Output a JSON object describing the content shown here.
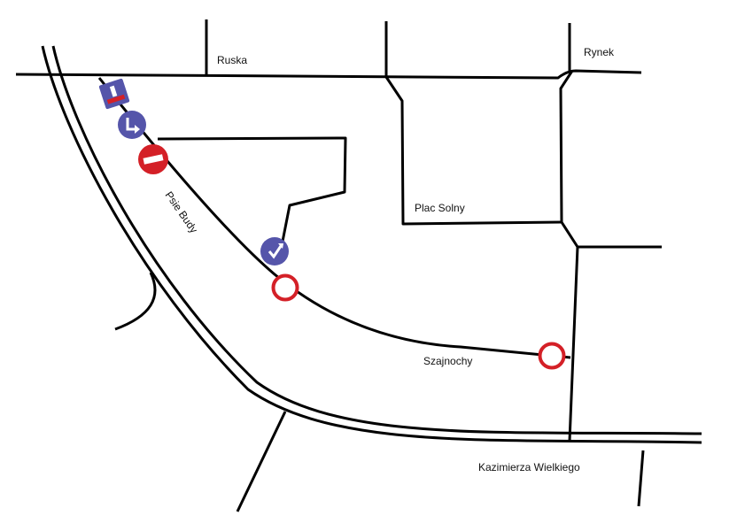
{
  "streets": {
    "ruska": "Ruska",
    "rynek": "Rynek",
    "plac_solny": "Plac Solny",
    "psie_budy": "Psie Budy",
    "szajnochy": "Szajnochy",
    "kazimierza": "Kazimierza Wielkiego"
  },
  "signs": [
    {
      "id": "one-way-end",
      "kind": "square",
      "color": "#5555aa"
    },
    {
      "id": "turn-right-mandatory",
      "kind": "mandatory",
      "color": "#5555aa"
    },
    {
      "id": "no-entry",
      "kind": "no-entry",
      "color": "#d42027"
    },
    {
      "id": "turn-left-mandatory",
      "kind": "mandatory",
      "color": "#5555aa"
    },
    {
      "id": "no-vehicles-1",
      "kind": "prohibition",
      "color": "#d42027"
    },
    {
      "id": "no-vehicles-2",
      "kind": "prohibition",
      "color": "#d42027"
    }
  ],
  "colors": {
    "sign_blue": "#5555aa",
    "sign_red": "#d42027",
    "road": "#000000"
  }
}
